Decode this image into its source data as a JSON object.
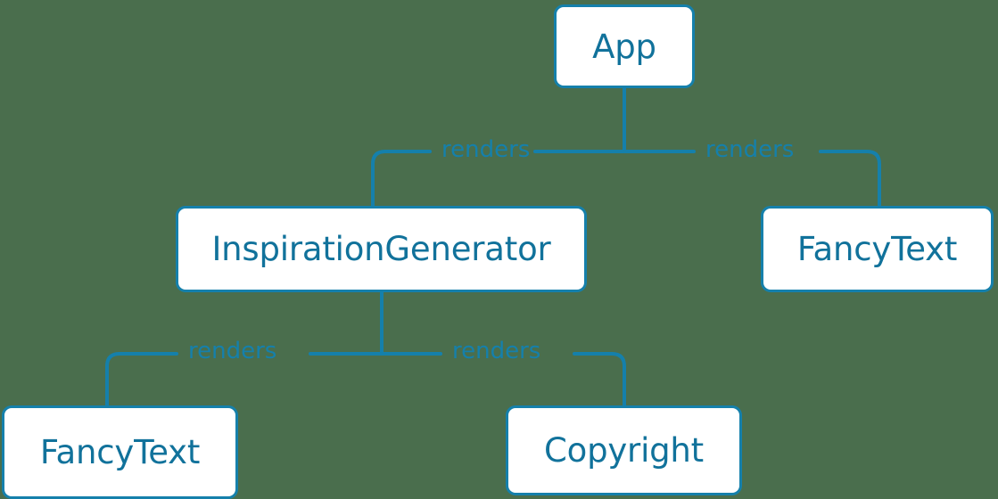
{
  "diagram": {
    "type": "component-tree",
    "background_color": "#4a6e4d",
    "node_fill": "#ffffff",
    "node_border_color": "#1580ab",
    "node_text_color": "#11729b",
    "edge_color": "#1580ab",
    "edge_label_color": "#1580ab",
    "nodes": [
      {
        "id": "app",
        "label": "App"
      },
      {
        "id": "inspgen",
        "label": "InspirationGenerator"
      },
      {
        "id": "fancy_right",
        "label": "FancyText"
      },
      {
        "id": "fancy_bottom",
        "label": "FancyText"
      },
      {
        "id": "copyright",
        "label": "Copyright"
      }
    ],
    "edges": [
      {
        "from": "app",
        "to": "inspgen",
        "label": "renders"
      },
      {
        "from": "app",
        "to": "fancy_right",
        "label": "renders"
      },
      {
        "from": "inspgen",
        "to": "fancy_bottom",
        "label": "renders"
      },
      {
        "from": "inspgen",
        "to": "copyright",
        "label": "renders"
      }
    ]
  }
}
